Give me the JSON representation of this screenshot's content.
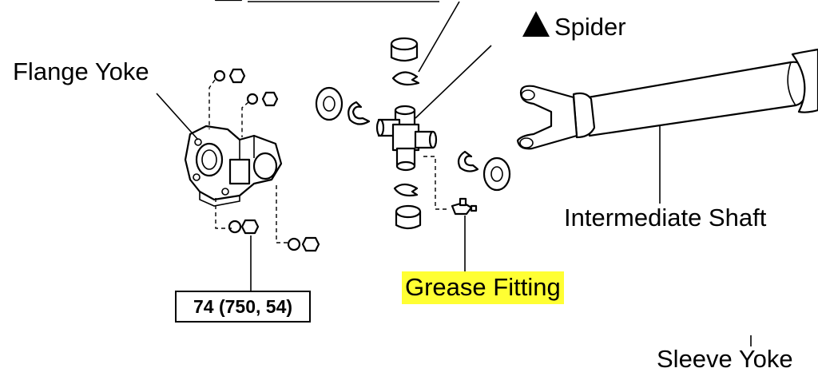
{
  "labels": {
    "flange_yoke": "Flange Yoke",
    "spider": "Spider",
    "intermediate_shaft": "Intermediate Shaft",
    "grease_fitting": "Grease Fitting",
    "sleeve_yoke": "Sleeve Yoke",
    "torque_spec": "74 (750, 54)"
  },
  "colors": {
    "highlight": "#ffff33",
    "line": "#000000",
    "background": "#ffffff"
  }
}
